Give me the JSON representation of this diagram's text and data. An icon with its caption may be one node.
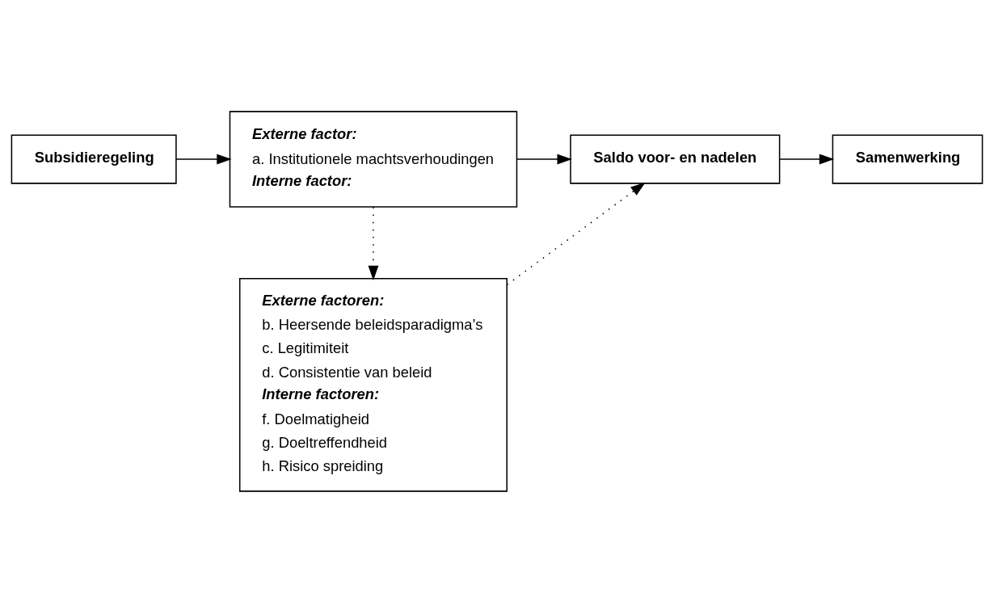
{
  "diagram": {
    "nodes": [
      {
        "text": [
          "Subsidieregeling"
        ]
      },
      {
        "text": [
          "Externe factor:",
          "a. Institutionele machtsverhoudingen",
          "Interne factor:"
        ]
      },
      {
        "text": [
          "Saldo voor- en nadelen"
        ]
      },
      {
        "text": [
          "Samenwerking"
        ]
      },
      {
        "text": [
          "Externe factoren:",
          "b. Heersende beleidsparadigma’s",
          "c. Legitimiteit",
          "d. Consistentie van beleid",
          "Interne factoren:",
          "f. Doelmatigheid",
          "g. Doeltreffendheid",
          "h. Risico spreiding"
        ]
      }
    ],
    "edges": [
      {
        "from": 0,
        "to": 1,
        "arrow": "to"
      },
      {
        "from": 1,
        "to": 2,
        "arrow": "to"
      },
      {
        "from": 2,
        "to": 3,
        "arrow": "to"
      },
      {
        "from": 1,
        "to": 4,
        "arrow": "to",
        "style": "dashed"
      },
      {
        "from": 4,
        "to": 2,
        "arrow": "to",
        "style": "dashed"
      }
    ]
  }
}
